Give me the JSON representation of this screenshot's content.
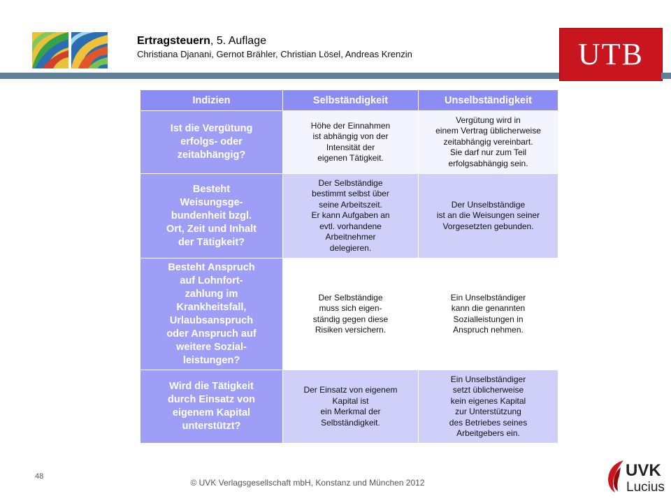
{
  "header": {
    "title_bold": "Ertragsteuern",
    "title_rest": ", 5. Auflage",
    "authors": "Christiana Djanani, Gernot Brähler, Christian Lösel, Andreas Krenzin",
    "publisher_logo": "UTB",
    "colors": {
      "rule": "#5f7f96",
      "utb_red": "#c8151e"
    }
  },
  "table": {
    "headers": [
      "Indizien",
      "Selbständigkeit",
      "Unselbständigkeit"
    ],
    "rows": [
      {
        "indicator": "Ist die Vergütung\nerfolgs- oder\nzeitabhängig?",
        "self": "Höhe der Einnahmen\nist abhängig von der\nIntensität der\neigenen Tätigkeit.",
        "employed": "Vergütung wird in\neinem Vertrag üblicherweise\nzeitabhängig vereinbart.\nSie darf nur zum Teil\nerfolgsabhängig sein."
      },
      {
        "indicator": "Besteht\nWeisungsge-\nbundenheit bzgl.\nOrt, Zeit und Inhalt\nder Tätigkeit?",
        "self": "Der Selbständige\nbestimmt selbst über\nseine Arbeitszeit.\nEr kann Aufgaben an\nevtl. vorhandene\nArbeitnehmer\ndelegieren.",
        "employed": "Der Unselbständige\nist an die Weisungen seiner\nVorgesetzten gebunden."
      },
      {
        "indicator": "Besteht Anspruch\nauf Lohnfort-\nzahlung im\nKrankheitsfall,\nUrlaubsanspruch\noder Anspruch auf\nweitere Sozial-\nleistungen?",
        "self": "Der Selbständige\nmuss sich eigen-\nständig gegen diese\nRisiken versichern.",
        "employed": "Ein Unselbständiger\nkann die genannten\nSozialleistungen in\nAnspruch nehmen."
      },
      {
        "indicator": "Wird die Tätigkeit\ndurch Einsatz von\neigenem Kapital\nunterstützt?",
        "self": "Der Einsatz von eigenem\nKapital ist\nein Merkmal der\nSelbständigkeit.",
        "employed": "Ein Unselbständiger\nsetzt üblicherweise\nkein eigenes Kapital\nzur Unterstützung\ndes Betriebes seines\nArbeitgebers ein."
      }
    ],
    "colors": {
      "header": "#8c8cf5",
      "label": "#9e9ef7",
      "row_light": "#f4f4ff",
      "row_dark": "#cfcff9"
    }
  },
  "footer": {
    "page_number": "48",
    "copyright": "© UVK Verlagsgesellschaft mbH, Konstanz und München 2012",
    "logo_main": "UVK",
    "logo_sub": "Lucius"
  }
}
